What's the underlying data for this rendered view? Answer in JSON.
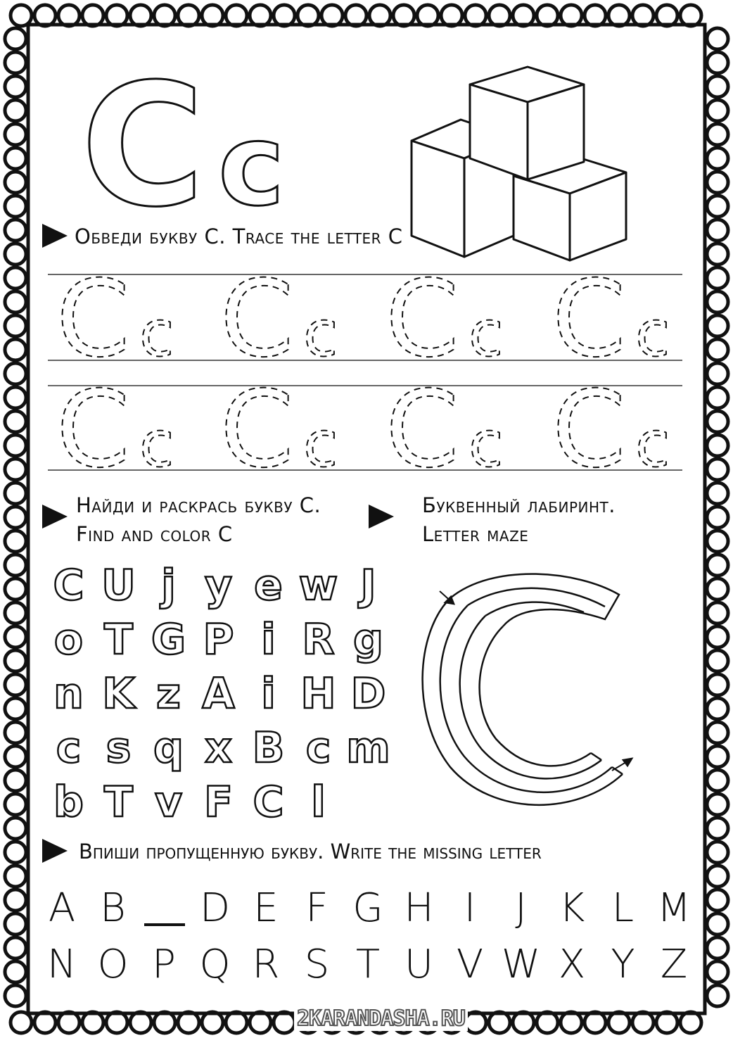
{
  "big_letters": {
    "upper": "C",
    "lower": "c"
  },
  "instructions": {
    "trace": "Обведи букву С. Trace the letter C",
    "find_line1": "Найди и раскрась букву С.",
    "find_line2": "Find and color C",
    "maze_line1": "Буквенный лабиринт.",
    "maze_line2": "Letter maze",
    "missing": "Впиши пропущенную букву. Write the missing letter"
  },
  "trace_pair": {
    "upper": "C",
    "lower": "c"
  },
  "jumble_letters": [
    "C",
    "U",
    "j",
    "y",
    "e",
    "w",
    "J",
    "o",
    "T",
    "G",
    "P",
    "i",
    "R",
    "g",
    "n",
    "K",
    "z",
    "A",
    "i",
    "H",
    "D",
    "c",
    "s",
    "q",
    "x",
    "B",
    "c",
    "m",
    "b",
    "T",
    "v",
    "F",
    "C",
    "l"
  ],
  "alphabet_row1": [
    "A",
    "B",
    "_",
    "D",
    "E",
    "F",
    "G",
    "H",
    "I",
    "J",
    "K",
    "L",
    "M"
  ],
  "alphabet_row2": [
    "N",
    "O",
    "P",
    "Q",
    "R",
    "S",
    "T",
    "U",
    "V",
    "W",
    "X",
    "Y",
    "Z"
  ],
  "watermark": "2KARANDASHA.RU"
}
